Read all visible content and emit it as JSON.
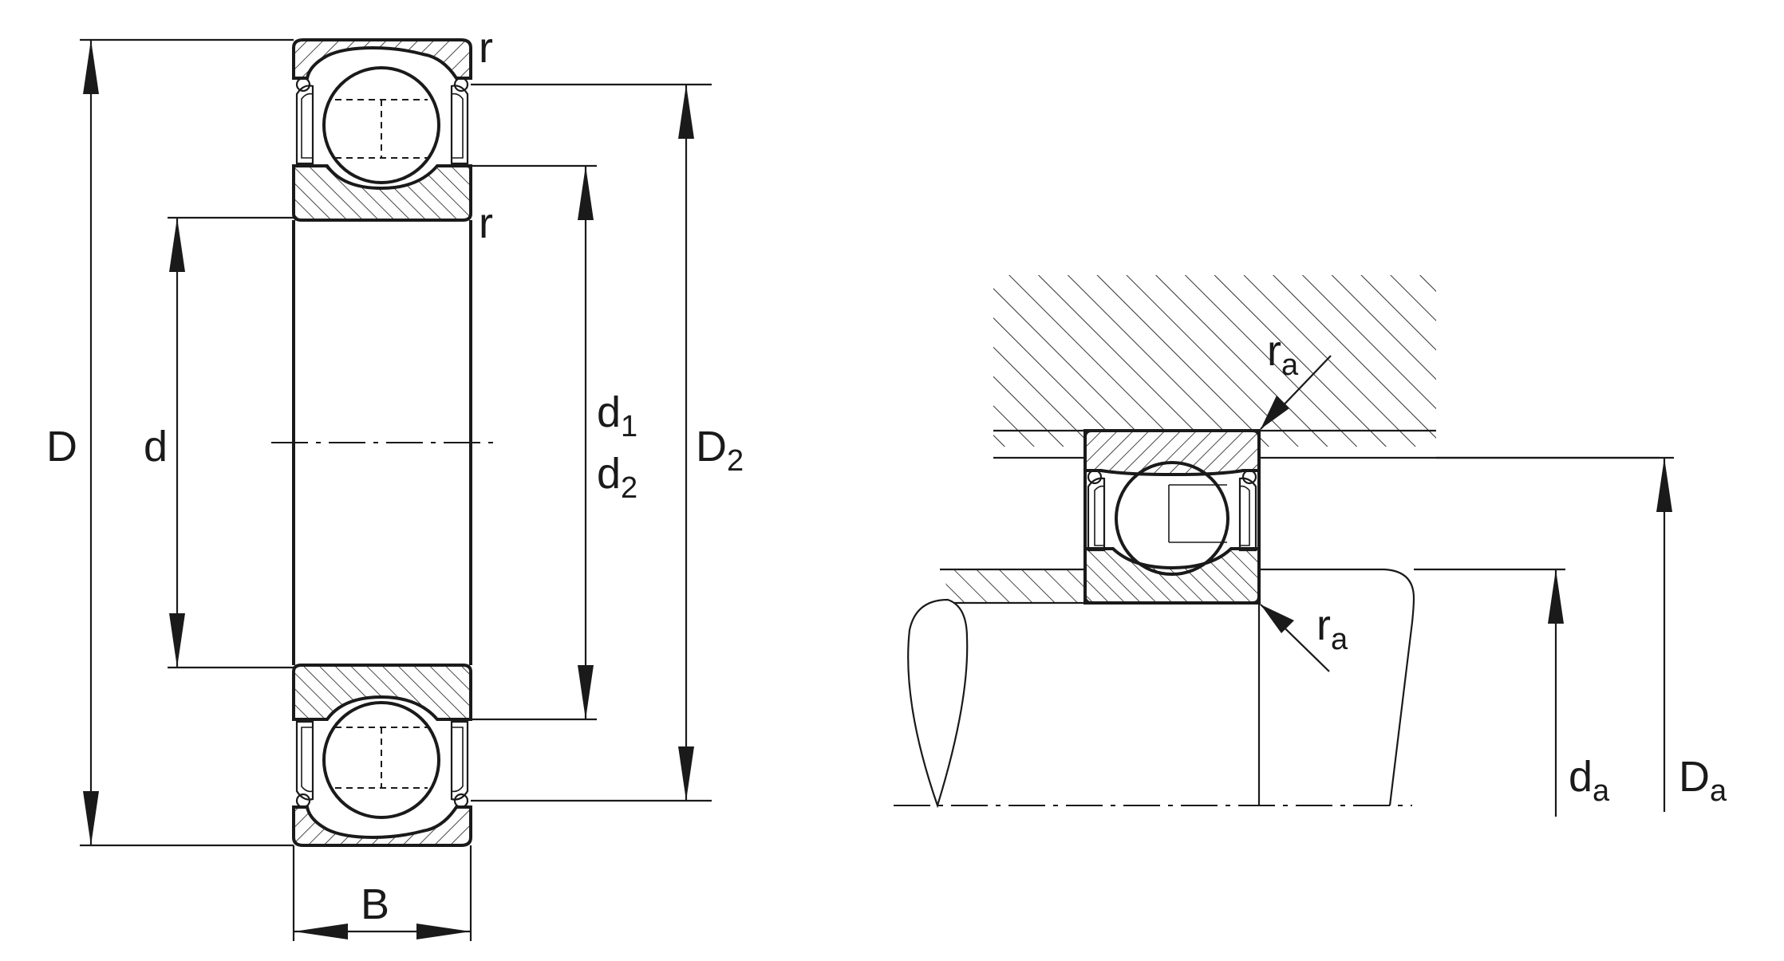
{
  "diagram": {
    "left_view": {
      "labels": {
        "D": "D",
        "d": "d",
        "d1_main": "d",
        "d1_sub": "1",
        "d2_main": "d",
        "d2_sub": "2",
        "D2_main": "D",
        "D2_sub": "2",
        "B": "B",
        "r_top": "r",
        "r_bottom": "r"
      }
    },
    "right_view": {
      "labels": {
        "ra_top_main": "r",
        "ra_top_sub": "a",
        "ra_bottom_main": "r",
        "ra_bottom_sub": "a",
        "da_main": "d",
        "da_sub": "a",
        "Da_main": "D",
        "Da_sub": "a"
      }
    },
    "colors": {
      "line": "#1a1a1a",
      "background": "#ffffff"
    }
  }
}
